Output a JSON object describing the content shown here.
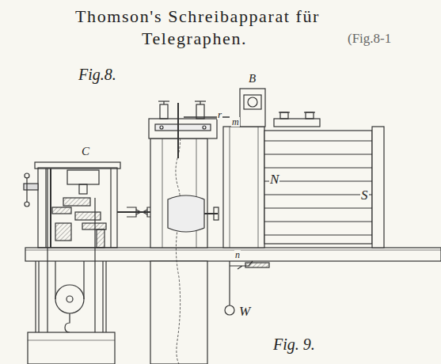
{
  "diagram": {
    "title": "Thomson's Schreibapparat für",
    "labels": [
      "Telegraphen.",
      "(Fig.8-1",
      "Fig.8.",
      "B",
      "C",
      "r",
      "m",
      "N",
      "S",
      "n",
      "W",
      "Fig. 9."
    ]
  }
}
